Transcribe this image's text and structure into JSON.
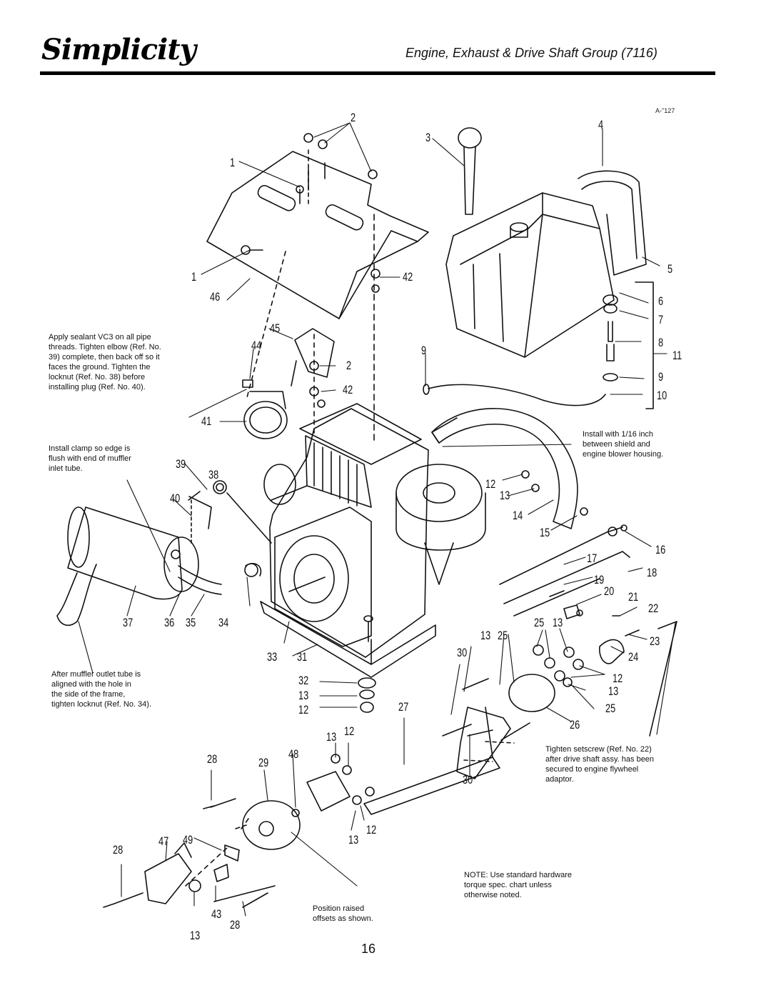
{
  "header": {
    "brand": "Simplicity",
    "title": "Engine, Exhaust & Drive Shaft Group (7116)"
  },
  "figure_code": "A-\"127",
  "page_number": "16",
  "notes": {
    "sealant": "Apply sealant VC3 on all pipe\nthreads. Tighten elbow (Ref. No.\n39) complete, then back off so it\nfaces the ground. Tighten the\nlocknut (Ref. No. 38) before\ninstalling plug (Ref. No. 40).",
    "clamp": "Install clamp so edge is\nflush with end of muffler\ninlet tube.",
    "muffler": "After muffler outlet tube is\naligned with the hole in\nthe side of the frame,\ntighten locknut (Ref. No. 34).",
    "shield": "Install with 1/16 inch\nbetween shield and\nengine blower housing.",
    "setscrew": "Tighten setscrew (Ref. No. 22)\nafter drive shaft assy. has been\nsecured to engine flywheel\nadaptor.",
    "hardware": "NOTE: Use standard hardware\ntorque spec. chart unless\notherwise noted.",
    "offsets": "Position raised\noffsets as shown."
  },
  "callouts": [
    {
      "id": "c1a",
      "text": "1"
    },
    {
      "id": "c1b",
      "text": "1"
    },
    {
      "id": "c2a",
      "text": "2"
    },
    {
      "id": "c2b",
      "text": "2"
    },
    {
      "id": "c3",
      "text": "3"
    },
    {
      "id": "c4",
      "text": "4"
    },
    {
      "id": "c5",
      "text": "5"
    },
    {
      "id": "c6",
      "text": "6"
    },
    {
      "id": "c7",
      "text": "7"
    },
    {
      "id": "c8",
      "text": "8"
    },
    {
      "id": "c9a",
      "text": "9"
    },
    {
      "id": "c9b",
      "text": "9"
    },
    {
      "id": "c10",
      "text": "10"
    },
    {
      "id": "c11",
      "text": "11"
    },
    {
      "id": "c12a",
      "text": "12"
    },
    {
      "id": "c13a",
      "text": "13"
    },
    {
      "id": "c14",
      "text": "14"
    },
    {
      "id": "c15",
      "text": "15"
    },
    {
      "id": "c16",
      "text": "16"
    },
    {
      "id": "c17",
      "text": "17"
    },
    {
      "id": "c18",
      "text": "18"
    },
    {
      "id": "c19",
      "text": "19"
    },
    {
      "id": "c20",
      "text": "20"
    },
    {
      "id": "c21",
      "text": "21"
    },
    {
      "id": "c22",
      "text": "22"
    },
    {
      "id": "c23",
      "text": "23"
    },
    {
      "id": "c24",
      "text": "24"
    },
    {
      "id": "c25a",
      "text": "25"
    },
    {
      "id": "c13b",
      "text": "13"
    },
    {
      "id": "c13c",
      "text": "13"
    },
    {
      "id": "c25b",
      "text": "25"
    },
    {
      "id": "c30a",
      "text": "30"
    },
    {
      "id": "c12b",
      "text": "12"
    },
    {
      "id": "c13d",
      "text": "13"
    },
    {
      "id": "c25c",
      "text": "25"
    },
    {
      "id": "c26",
      "text": "26"
    },
    {
      "id": "c27",
      "text": "27"
    },
    {
      "id": "c28a",
      "text": "28"
    },
    {
      "id": "c29",
      "text": "29"
    },
    {
      "id": "c48",
      "text": "48"
    },
    {
      "id": "c13e",
      "text": "13"
    },
    {
      "id": "c12c",
      "text": "12"
    },
    {
      "id": "c30b",
      "text": "30"
    },
    {
      "id": "c12d",
      "text": "12"
    },
    {
      "id": "c13f",
      "text": "13"
    },
    {
      "id": "c47",
      "text": "47"
    },
    {
      "id": "c49",
      "text": "49"
    },
    {
      "id": "c28b",
      "text": "28"
    },
    {
      "id": "c43",
      "text": "43"
    },
    {
      "id": "c28c",
      "text": "28"
    },
    {
      "id": "c13g",
      "text": "13"
    },
    {
      "id": "c32",
      "text": "32"
    },
    {
      "id": "c13h",
      "text": "13"
    },
    {
      "id": "c12e",
      "text": "12"
    },
    {
      "id": "c33",
      "text": "33"
    },
    {
      "id": "c31",
      "text": "31"
    },
    {
      "id": "c34",
      "text": "34"
    },
    {
      "id": "c35",
      "text": "35"
    },
    {
      "id": "c36",
      "text": "36"
    },
    {
      "id": "c37",
      "text": "37"
    },
    {
      "id": "c38",
      "text": "38"
    },
    {
      "id": "c39",
      "text": "39"
    },
    {
      "id": "c40",
      "text": "40"
    },
    {
      "id": "c41",
      "text": "41"
    },
    {
      "id": "c42a",
      "text": "42"
    },
    {
      "id": "c42b",
      "text": "42"
    },
    {
      "id": "c44",
      "text": "44"
    },
    {
      "id": "c45",
      "text": "45"
    },
    {
      "id": "c46",
      "text": "46"
    },
    {
      "id": "c2c",
      "text": "2"
    }
  ]
}
